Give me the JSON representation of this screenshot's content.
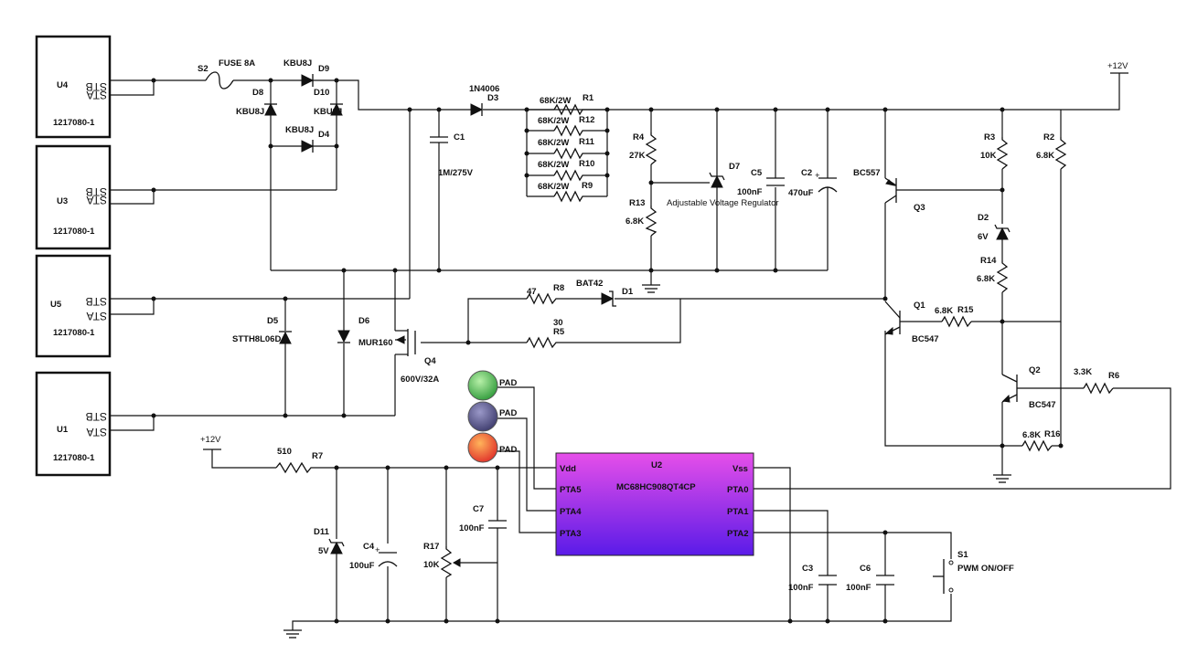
{
  "connectors": [
    {
      "ref": "U4",
      "pin_top": "STB",
      "pin_bottom": "STA",
      "part": "1217080-1"
    },
    {
      "ref": "U3",
      "pin_top": "STB",
      "pin_bottom": "STA",
      "part": "1217080-1"
    },
    {
      "ref": "U5",
      "pin_top": "STB",
      "pin_bottom": "STA",
      "part": "1217080-1"
    },
    {
      "ref": "U1",
      "pin_top": "STB",
      "pin_bottom": "STA",
      "part": "1217080-1"
    }
  ],
  "labels": {
    "s2": "S2",
    "fuse": "FUSE 8A",
    "kbu_d9": "KBU8J",
    "d9": "D9",
    "d8": "D8",
    "kbu_d8": "KBU8J",
    "d10": "D10",
    "kbu_d10": "KBU8J",
    "kbu_d4": "KBU8J",
    "d4": "D4",
    "d3_part": "1N4006",
    "d3": "D3",
    "c1": "C1",
    "c1_val": "1M/275V",
    "r1_val": "68K/2W",
    "r1": "R1",
    "r12_val": "68K/2W",
    "r12": "R12",
    "r11_val": "68K/2W",
    "r11": "R11",
    "r10_val": "68K/2W",
    "r10": "R10",
    "r9_val": "68K/2W",
    "r9": "R9",
    "r4": "R4",
    "r4_val": "27K",
    "r13": "R13",
    "r13_val": "6.8K",
    "d7": "D7",
    "d7_desc": "Adjustable Voltage Regulator",
    "c5": "C5",
    "c5_val": "100nF",
    "c2": "C2",
    "c2_val": "470uF",
    "vcc_top": "+12V",
    "bc557": "BC557",
    "q3": "Q3",
    "r3": "R3",
    "r3_val": "10K",
    "r2": "R2",
    "r2_val": "6.8K",
    "d2": "D2",
    "d2_val": "6V",
    "r14": "R14",
    "r14_val": "6.8K",
    "q1": "Q1",
    "r15_val": "6.8K",
    "r15": "R15",
    "bc547_q1": "BC547",
    "q2": "Q2",
    "bc547_q2": "BC547",
    "r6_val": "3.3K",
    "r6": "R6",
    "r16_val": "6.8K",
    "r16": "R16",
    "r8_val": "47",
    "r8": "R8",
    "bat42": "BAT42",
    "d1": "D1",
    "r5_val": "30",
    "r5": "R5",
    "d5": "D5",
    "d5_part": "STTH8L06D",
    "d6": "D6",
    "d6_part": "MUR160",
    "q4": "Q4",
    "q4_val": "600V/32A",
    "pad1": "PAD",
    "pad2": "PAD",
    "pad3": "PAD",
    "u2": "U2",
    "u2_part": "MC68HC908QT4CP",
    "pin_vdd": "Vdd",
    "pin_pta5": "PTA5",
    "pin_pta4": "PTA4",
    "pin_pta3": "PTA3",
    "pin_vss": "Vss",
    "pin_pta0": "PTA0",
    "pin_pta1": "PTA1",
    "pin_pta2": "PTA2",
    "vcc_bottom": "+12V",
    "r7_val": "510",
    "r7": "R7",
    "d11": "D11",
    "d11_val": "5V",
    "c4": "C4",
    "c4_val": "100uF",
    "r17": "R17",
    "r17_val": "10K",
    "c7": "C7",
    "c7_val": "100nF",
    "c3": "C3",
    "c3_val": "100nF",
    "c6": "C6",
    "c6_val": "100nF",
    "s1": "S1",
    "s1_desc": "PWM ON/OFF"
  },
  "colors": {
    "pad_green": "#3fae4a",
    "pad_slate": "#4b4a7f",
    "pad_red": "#e2402b",
    "mcu_top": "#e64fe9",
    "mcu_bottom": "#5a1be8"
  }
}
